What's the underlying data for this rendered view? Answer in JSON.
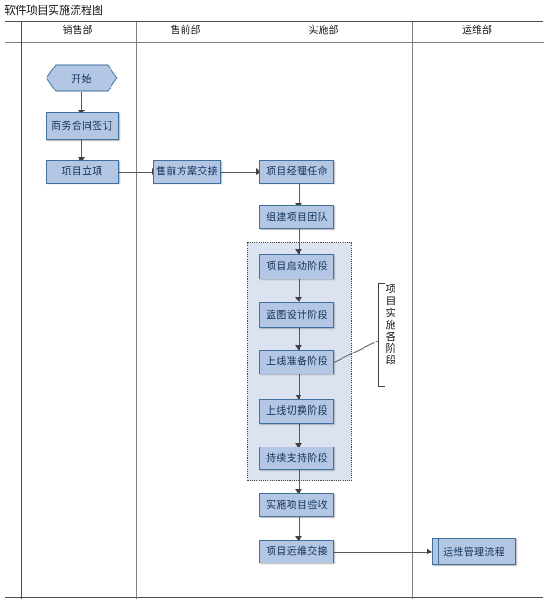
{
  "diagram": {
    "title": "软件项目实施流程图",
    "type": "swimlane-flowchart"
  },
  "lanes": [
    {
      "id": "lane-sales",
      "label": "销售部"
    },
    {
      "id": "lane-presales",
      "label": "售前部"
    },
    {
      "id": "lane-implement",
      "label": "实施部"
    },
    {
      "id": "lane-operations",
      "label": "运维部"
    }
  ],
  "nodes": {
    "start": {
      "label": "开始",
      "shape": "hexagon"
    },
    "contract": {
      "label": "商务合同签订",
      "shape": "process"
    },
    "project_init": {
      "label": "项目立项",
      "shape": "process"
    },
    "presales_handoff": {
      "label": "售前方案交接",
      "shape": "process"
    },
    "pm_appoint": {
      "label": "项目经理任命",
      "shape": "process"
    },
    "team_build": {
      "label": "组建项目团队",
      "shape": "process"
    },
    "phase_kickoff": {
      "label": "项目启动阶段",
      "shape": "process"
    },
    "phase_blueprint": {
      "label": "蓝图设计阶段",
      "shape": "process"
    },
    "phase_golive_prep": {
      "label": "上线准备阶段",
      "shape": "process"
    },
    "phase_cutover": {
      "label": "上线切换阶段",
      "shape": "process"
    },
    "phase_support": {
      "label": "持续支持阶段",
      "shape": "process"
    },
    "acceptance": {
      "label": "实施项目验收",
      "shape": "process"
    },
    "ops_handoff": {
      "label": "项目运维交接",
      "shape": "process"
    },
    "ops_process": {
      "label": "运维管理流程",
      "shape": "predefined-process"
    }
  },
  "annotation": {
    "id": "phases-bracket",
    "chars": [
      "项",
      "目",
      "实",
      "施",
      "各",
      "阶",
      "段"
    ],
    "text": "项目实施各阶段"
  },
  "colors": {
    "node_fill": "#b3c6e3",
    "node_border": "#41719c",
    "node_text": "#17365d",
    "group_fill": "#dbe3f0",
    "group_border": "#4a4a4a",
    "connector": "#595959",
    "frame": "#4d4d4d",
    "lane_divider": "#808080",
    "page_background": "#ffffff"
  }
}
